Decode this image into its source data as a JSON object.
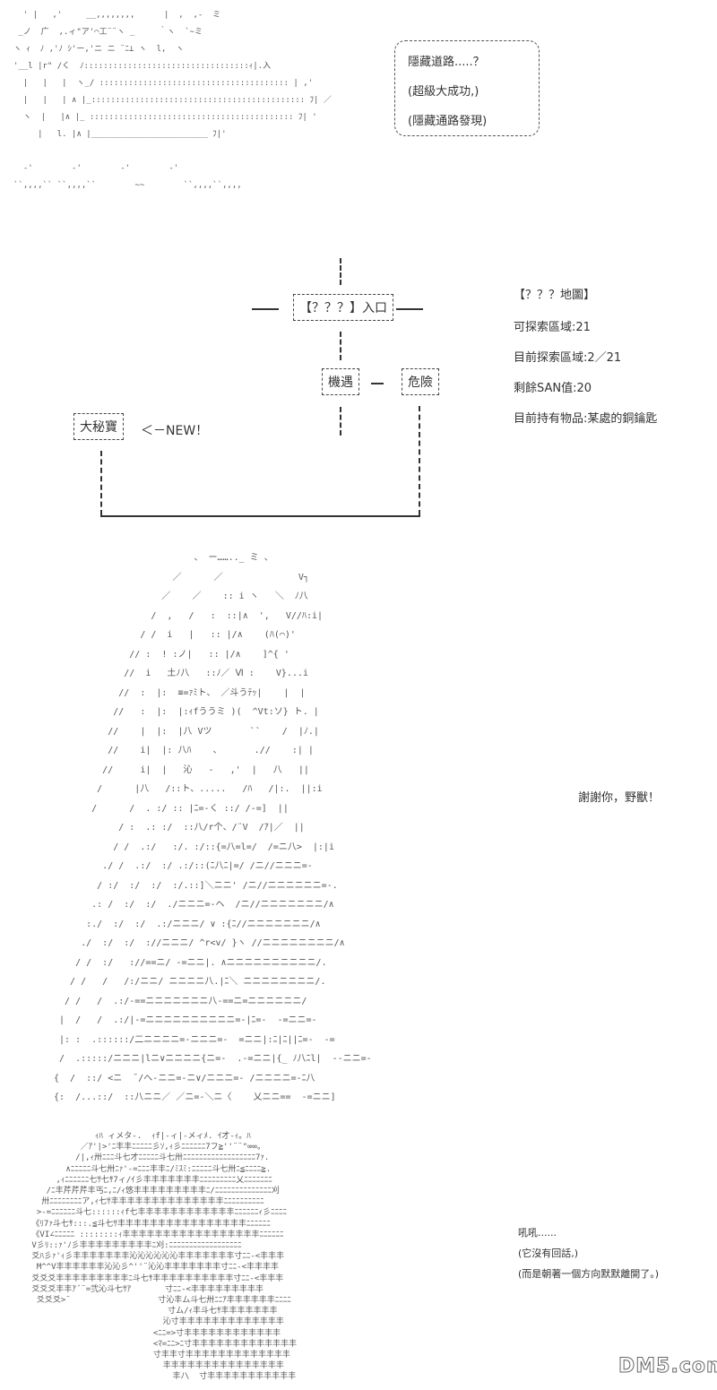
{
  "panel1": {
    "art_lines": [
      "  ' |   ,'     __,,,,,,,,      |  ,  ,-  ミ",
      " _ノ  广  ,.ィ\"ア'⌒工¨¨ヽ _     ｀ヽ  `~ミ",
      "ヽ ｨ  ﾉ ,'ﾉ ｼ'ー,'ニ ニ ¨ﾆ⊥ ヽ  l,  ヽ",
      "'__l |r\" /く  ﾉ::::::::::::::::::::::::::::::::::ｨ|.入",
      "  |   |   |  ヽ_/ ::::::::::::::::::::::::::::::::::::::: | ,'",
      "  |   |   | ∧ |_:::::::::::::::::::::::::::::::::::::::::::: ﾌ| ／",
      "  ヽ  |   |∧ |_ :::::::::::::::::::::::::::::::::::::::::: ﾌ| '",
      "     |   l. |∧ |________________________ ﾌ|'",
      "",
      "  -'        -'        -'        -'",
      "``,,,,`` ``,,,,``        ~~        ``,,,,``,,,,"
    ],
    "bubble": {
      "line1": "隱藏道路.....？",
      "line2": "(超級大成功,)",
      "line3": "(隱藏通路發現)"
    }
  },
  "map": {
    "entrance": "【？？？】入口",
    "encounter": "機遇",
    "danger": "危險",
    "treasure": "大秘寶",
    "new_label": "＜－NEW！"
  },
  "status": {
    "title": "【？？？地圖】",
    "explorable": "可探索區域:21",
    "explored": "目前探索區域:2／21",
    "san": "剩餘SAN值:20",
    "items": "目前持有物品:某處的銅鑰匙"
  },
  "panel2": {
    "dialogue": "謝謝你，野獸！",
    "art_lines": [
      "                          、 ー…….._ ミ 、",
      "                      ／      ／              V┐",
      "                    ／    ／    :: i ヽ   ＼  ﾉ八",
      "                  /  ,   /   :  ::|∧  ',   V//ﾊ:i|",
      "                / /  i   |   :: |/∧    (ﾊ(⌒)'",
      "              // :  ! :ノ|   :: |/∧    ]^{ '",
      "             //  i   土ﾉ八   ::ﾉ／ Ⅵ :    V}...i",
      "            //  :  |:  ≡=ｧﾐト、 ／斗うﾃｯ|    |  |",
      "           //   :  |:  |:ｨfううミ )(  ^Vt:ソ} ト. |",
      "          //    |  |:  |八 Vツ       ``    /  |ﾉ.|",
      "          //    i|  |: 八ﾊ    、      .//    :| |",
      "         //     i|  |   沁   -   ,'  |   八   ||",
      "        /      |八   /::ト、.....   /ﾊ   /|:.  ||:i",
      "       /      /  . :/ :: |ﾆ=-く ::/ /-=]  ||",
      "            / :  .: :/  ::八/r个、/¨V  /ｱ|／  ||",
      "           / /  .:/   :/. :/::{=八=l=/  /=ニ八>  |:|i",
      "         ./ /  .:/  :/ .:/::(ﾆ八ﾆ|=/ /ニ//ニニニ=-",
      "        / :/  :/  :/  :/.::]＼ニニ' /ニ//ニニニニニニ=-.",
      "       .: /  :/  :/  ./ニニニ=-ヘ  /ニ//ニニニニニニニ/∧",
      "      :./  :/  :/  .:/ニニニ/ ∨ :{ﾆ//ニニニニニニニ/∧",
      "     ./  :/  :/  ://ニニニ/ ^r<v/ }ヽ //ニニニニニニニニ/∧",
      "    / /  :/   ://==ニ/ -=ニニ|. ∧ニニニニニニニニニニ/.",
      "   / /   /   /:/ニニ/ ニニニニ八.|ﾆ＼ ニニニニニニニニ/.",
      "  / /   /  .:/-==ニニニニニニニ八-==ニ=ニニニニニニ/",
      " |  /   /  .:/|-=ニニニニニニニニニニ=-|ﾆ=-  -=ニニ=-",
      " |: :  .::::::/二ニニニニ=-ニニニ=-  =ニニ|:ﾆ|ﾆ||ﾆ=-  -=",
      " /  .:::::/ニニニ|lニ∨ニニニニ{ニ=-  .-=ニニ|{_ ﾉ八ﾆl|  --ニニ=-",
      "{  /  ::/ <ニ  ̄ /へ-ニニ=-ニ∨/ニニニ=- /ニニニニ=-ﾆ八",
      "{:  /...::/  ::八ニニ／ ／ニ=-＼ニ〈    乂ニニ==  -=ニニ]"
    ]
  },
  "panel3": {
    "dialogue_line1": "吼吼......",
    "dialogue_line2": "(它沒有回話,)",
    "dialogue_line3": "(而是朝著一個方向默默離開了。)",
    "art_lines": [
      "              ｨﾊ ィメタ-.  ｨf|-ィ|-メィﾒ. ｲ才-ｨ。ﾊ",
      "           ／ｱ'|>'ﾆ丰丰ﾆﾆﾆﾆﾆ彡ｿ,ｨ彡ﾆﾆﾆﾆﾆﾆ7フ≧''¨¨\"∞∞。",
      "          /|,ｨ卅ﾆﾆﾆ斗七才ﾆﾆﾆﾆﾆ斗七卅ﾆﾆﾆﾆﾆﾆﾆﾆﾆﾆﾆﾆﾆﾆﾆﾆﾆﾆ7ｧ.",
      "        ∧ﾆﾆﾆﾆﾆ斗七卅ﾆｧ'-=ﾆﾆﾆ丰丰ﾆ/ﾐｽﾐ:ﾆﾆﾆﾆﾆ斗七卅ﾆ≦ﾆﾆﾆﾆ≧.",
      "      ,ｨﾆﾆﾆﾆﾆﾆ七ｻ七ｻ7ィ/ｲ彡丰丰丰丰丰丰丰ﾆﾆﾆﾆﾆﾆﾆﾆﾆ乂ﾆﾆﾆﾆﾆﾆﾆ",
      "    /ﾆ丰芹芹芹丰丐ﾆ,ﾆ/ｨ悠丰丰丰丰丰丰丰丰丰ﾆ/ﾆﾆﾆﾆﾆﾆﾆﾆﾆﾆﾆﾆﾆﾆ刈",
      "   卅ﾆﾆﾆﾆﾆﾆﾆﾆア,ｨ七ｻ丰丰丰丰丰丰丰丰丰丰丰丰丰丰ﾆﾆﾆﾆﾆﾆﾆﾆﾆﾆ",
      "  >-=ﾆﾆﾆﾆﾆﾆ斗七::::::ｨf七丰丰丰丰丰丰丰丰丰丰丰丰ﾆﾆﾆﾆﾆﾆｨ彡ﾆﾆﾆﾆ",
      " 《ﾘ7ｧ斗七ｻ:::.≦斗七ｻ丰丰丰丰丰丰丰丰丰丰丰丰丰丰丰丰ﾆﾆﾆﾆﾆﾆ",
      " 《VI∠ﾆﾆﾆﾆﾆ ::::::::ｨ丰丰丰丰丰丰丰丰丰丰丰丰丰丰丰丰丰ﾆﾆﾆﾆﾆﾆ",
      " V彡ﾘ::ｧ'ﾉ彡丰丰丰丰丰丰丰丰丰ﾆ刈:ﾆﾆﾆﾆﾆﾆﾆﾆﾆﾆﾆﾆﾆﾆﾆﾆﾆﾆ",
      " 爻ﾊ彡ｧ'ｨ彡丰丰丰丰丰丰丰沁沁沁沁沁沁丰丰丰丰丰丰丰寸ﾆﾆ-<丰丰丰",
      "  M^^V丰丰丰丰丰丰沁沁彡^''¨沁沁丰丰丰丰丰丰丰寸ﾆﾆ-<丰丰丰丰",
      " 爻爻爻丰丰丰丰丰丰丰丰丰ﾆ斗七ｻ丰丰丰丰丰丰丰丰丰丰寸ﾆﾆ-<丰丰丰",
      " 爻爻爻丰丰ｱ´¨=弐沁斗七ｻｱ       寸ﾆﾆ-<丰丰丰丰丰丰丰丰丰",
      "  爻爻爻>¨                  寸沁丰ム斗七卅ﾆﾆｱ丰丰丰丰丰丰ﾆﾆﾆﾆ",
      "                             寸ム/ｨ丰斗七ｻ丰丰丰丰丰丰丰",
      "                            沁寸丰丰丰丰丰丰丰丰丰丰丰丰丰",
      "                          <ﾆﾆ=>寸丰丰丰丰丰丰丰丰丰丰丰丰",
      "                          <ﾏ=ﾆﾆ>ﾆ寸丰丰丰丰丰丰丰丰丰丰丰丰丰",
      "                          寸丰丰寸丰丰丰丰丰丰丰丰丰丰丰丰丰",
      "                            丰丰丰丰丰丰丰丰丰丰丰丰丰丰丰",
      "                              丰ﾉ\\  寸丰丰丰丰丰丰丰丰丰丰丰"
    ],
    "watermark": "DM5.com"
  }
}
